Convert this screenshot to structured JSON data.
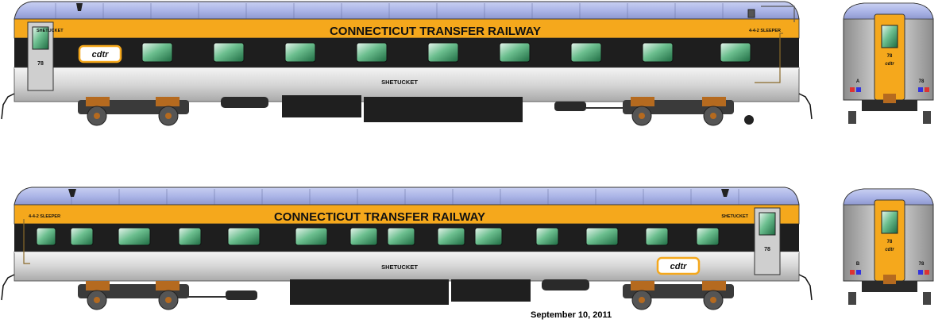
{
  "railroad_name": "CONNECTICUT TRANSFER RAILWAY",
  "car_name": "SHETUCKET",
  "car_type": "4-4-2 SLEEPER",
  "car_number": "78",
  "logo_text": "cdtr",
  "end_letter_a": "A",
  "end_letter_b": "B",
  "date_caption": "September 10, 2011",
  "colors": {
    "roof": "#a9b3e6",
    "yellow": "#f5a81c",
    "black": "#1e1e1e",
    "silver": "#d9d9d9",
    "window_green": "#2f8f5a",
    "truck_brown": "#b56a1f"
  }
}
